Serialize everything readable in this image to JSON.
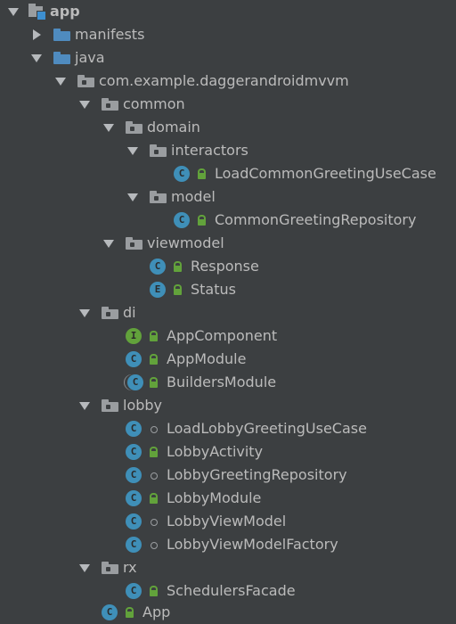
{
  "tree": {
    "app": "app",
    "manifests": "manifests",
    "java": "java",
    "package": "com.example.daggerandroidmvvm",
    "common": "common",
    "domain": "domain",
    "interactors": "interactors",
    "load_common": "LoadCommonGreetingUseCase",
    "model": "model",
    "common_repo": "CommonGreetingRepository",
    "viewmodel": "viewmodel",
    "response": "Response",
    "status": "Status",
    "di": "di",
    "app_component": "AppComponent",
    "app_module": "AppModule",
    "builders_module": "BuildersModule",
    "lobby": "lobby",
    "load_lobby": "LoadLobbyGreetingUseCase",
    "lobby_activity": "LobbyActivity",
    "lobby_repo": "LobbyGreetingRepository",
    "lobby_module": "LobbyModule",
    "lobby_vm": "LobbyViewModel",
    "lobby_vm_factory": "LobbyViewModelFactory",
    "rx": "rx",
    "schedulers": "SchedulersFacade",
    "app_class": "App"
  },
  "badges": {
    "class": "C",
    "enum": "E",
    "interface": "I"
  },
  "colors": {
    "background": "#3c3f41",
    "text": "#bbbbbb",
    "folder_blue": "#4f8bbf",
    "class_blue": "#3f8fb8",
    "interface_green": "#62a23b"
  }
}
